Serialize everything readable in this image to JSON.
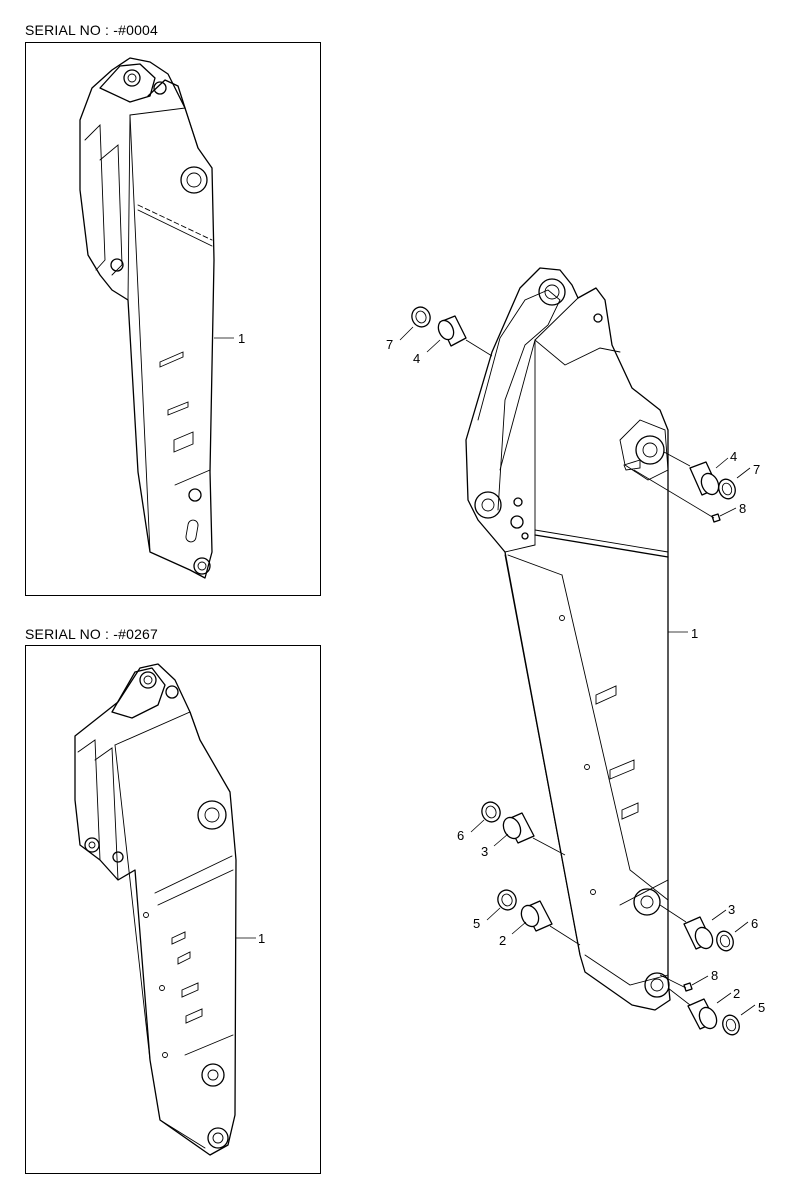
{
  "insets": [
    {
      "serial_label": "SERIAL NO : -#0004",
      "callout": "1"
    },
    {
      "serial_label": "SERIAL NO : -#0267",
      "callout": "1"
    }
  ],
  "main": {
    "callouts": {
      "arm": "1",
      "bush_bottom": "2",
      "bush_bottom_left": "2",
      "bush_mid_left": "3",
      "bush_mid_right": "3",
      "bush_top_left": "4",
      "bush_top_right": "4",
      "ring_bottom_left": "5",
      "ring_bottom_right": "5",
      "ring_mid_left": "6",
      "ring_mid_right": "6",
      "ring_top_left": "7",
      "ring_top_right": "7",
      "fitting_top": "8",
      "fitting_bottom": "8"
    }
  }
}
